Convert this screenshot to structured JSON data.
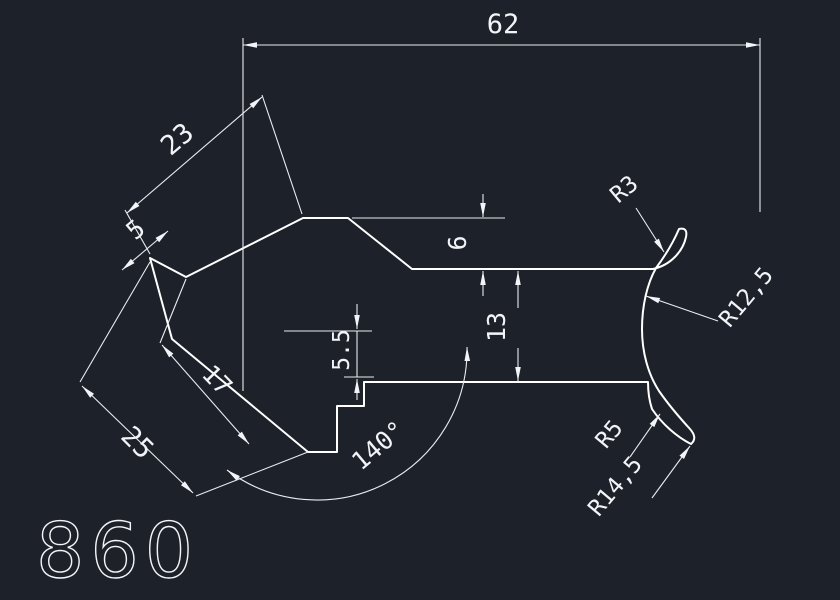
{
  "app": {
    "type": "cad-profile-drawing"
  },
  "drawing": {
    "part_number": "860",
    "colors": {
      "background": "#1c212a",
      "lines": "#ffffff"
    },
    "dimensions": {
      "width_top": "62",
      "fin_face_length": "23",
      "fin_end_lip": "5",
      "rib_height": "6",
      "channel_height": "13",
      "inner_offset": "5.5",
      "fin_inner_width": "17",
      "fin_overall_width": "25",
      "angle": "140°",
      "radius_top_lip": "R3",
      "radius_socket": "R12,5",
      "radius_bottom_lip_inner": "R5",
      "radius_bottom_lip_outer": "R14,5"
    }
  }
}
